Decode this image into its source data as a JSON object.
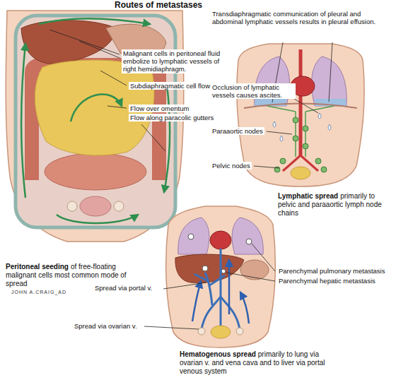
{
  "diagram": {
    "title": "Routes of metastases",
    "labels": [
      "Malignant cells in peritoneal fluid embolize to lymphatic vessels of right hemidiaphragm.",
      "Subdiaphragmatic cell flow",
      "Flow over omentum",
      "Flow along paracolic gutters",
      "Peritoneal seeding",
      "of free-floating malignant cells most common mode of spread",
      "JOHN A.CRAIG_AD",
      "Transdiaphragmatic communication of pleural and abdominal lymphatic vessels results in pleural effusion.",
      "Occlusion of lymphatic vessels causes ascites.",
      "Paraaortic nodes",
      "Pelvic nodes",
      "Lymphatic spread",
      "primarily to pelvic and paraaortic lymph node chains",
      "Parenchymal pulmonary metastasis",
      "Parenchymal hepatic metastasis",
      "Spread via portal v.",
      "Spread via ovarian v.",
      "Hematogenous spread",
      "primarily to lung via ovarian v. and vena cava and to liver via portal venous system"
    ]
  }
}
